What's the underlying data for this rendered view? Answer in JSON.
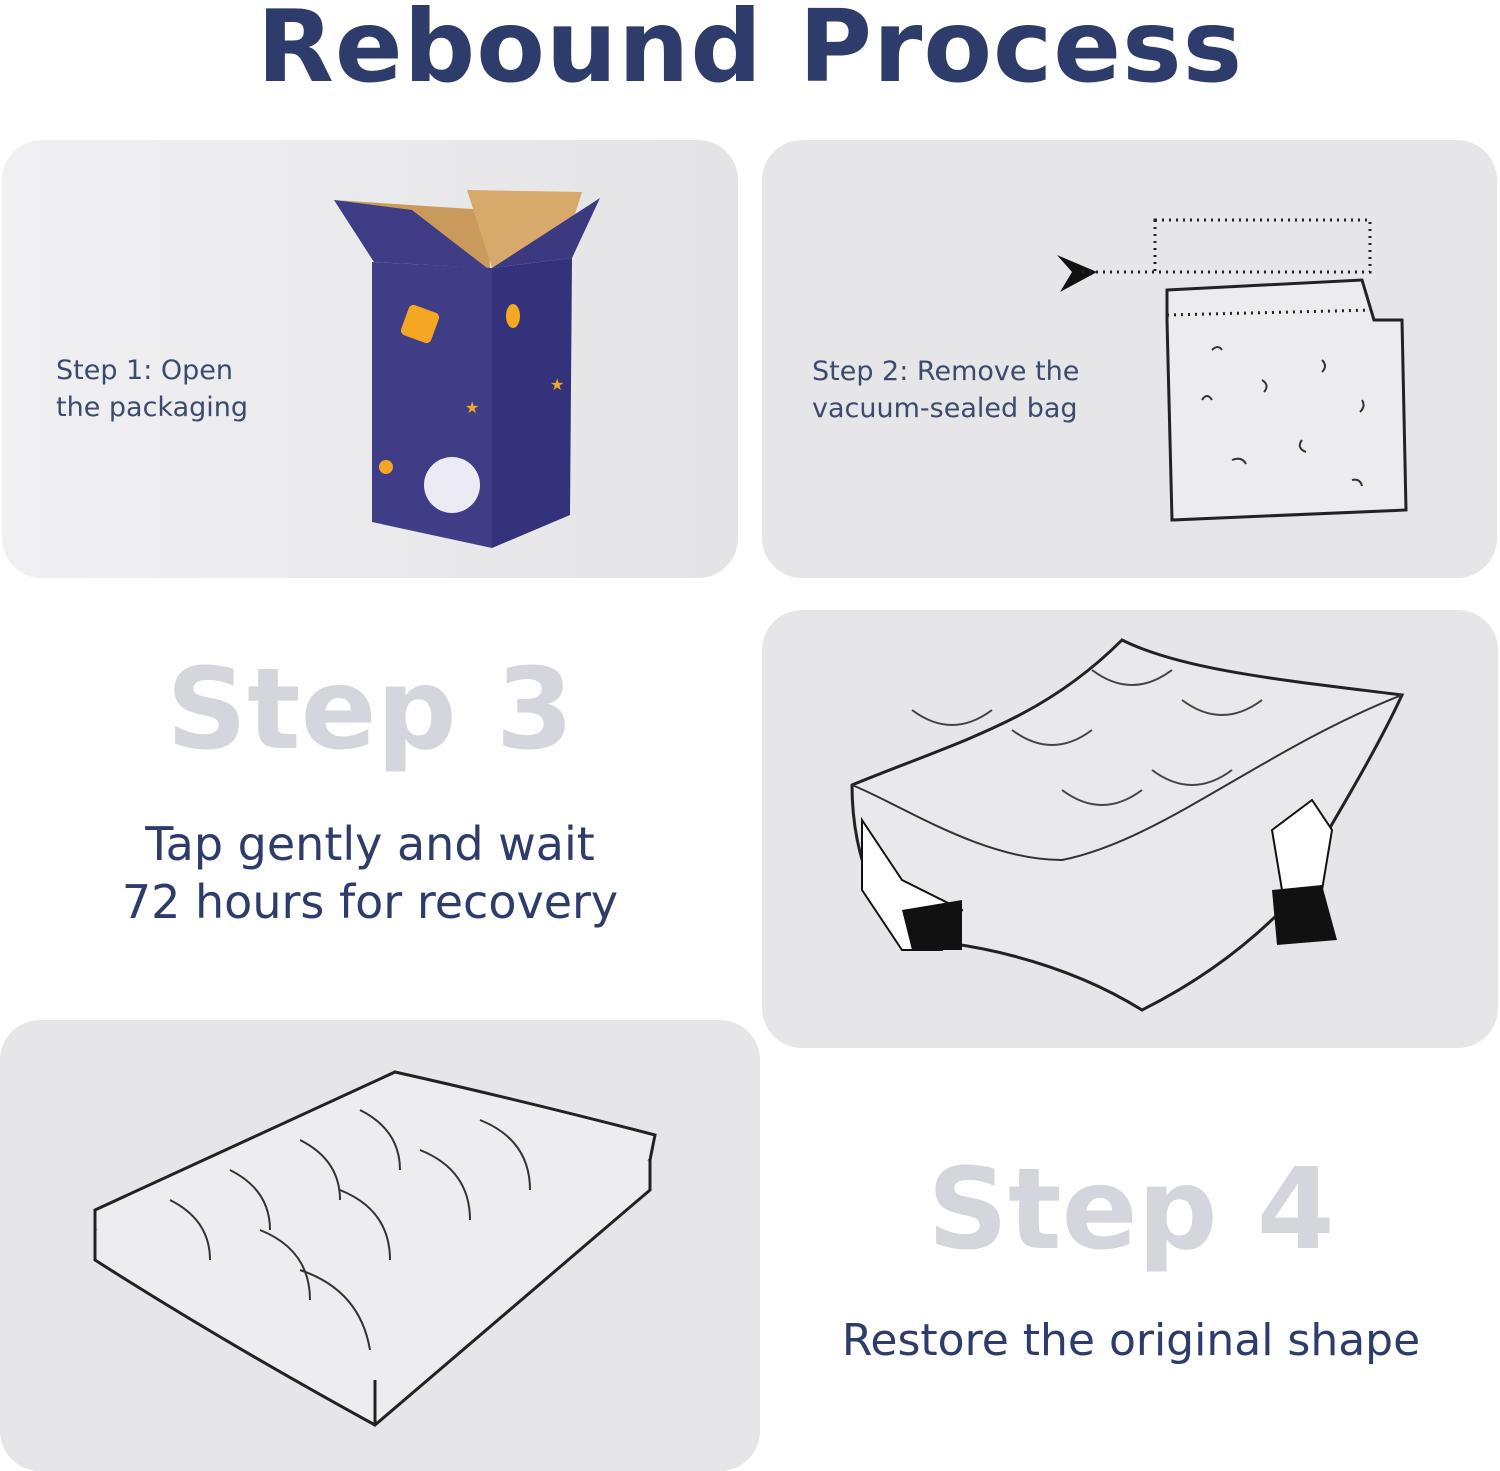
{
  "title": "Rebound Process",
  "step1": {
    "text_line1": "Step 1: Open",
    "text_line2": "the packaging"
  },
  "step2": {
    "text_line1": "Step 2: Remove the",
    "text_line2": "vacuum-sealed bag"
  },
  "step3": {
    "heading": "Step 3",
    "line1": "Tap gently and wait",
    "line2": "72 hours for recovery"
  },
  "step4": {
    "heading": "Step 4",
    "line1": "Restore the original shape"
  },
  "colors": {
    "navy": "#2e3c6b",
    "light_heading": "#d5d6dd",
    "box": "#3f3d86",
    "accent": "#f5a623"
  }
}
